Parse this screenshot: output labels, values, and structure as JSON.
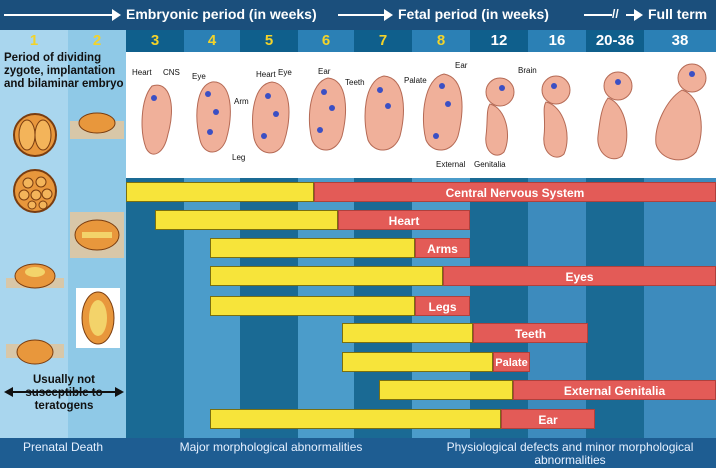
{
  "header": {
    "embryonic": "Embryonic period (in weeks)",
    "fetal": "Fetal period (in weeks)",
    "fullterm": "Full term"
  },
  "weeks": [
    "1",
    "2",
    "3",
    "4",
    "5",
    "6",
    "7",
    "8",
    "12",
    "16",
    "20-36",
    "38"
  ],
  "left_panel": {
    "period_title": "Period of dividing zygote, implantation and bilaminar embryo",
    "not_susceptible": "Usually not susceptible to teratogens"
  },
  "embryo_labels": {
    "heart1": "Heart",
    "cns": "CNS",
    "eye1": "Eye",
    "heart2": "Heart",
    "eye2": "Eye",
    "arm": "Arm",
    "leg": "Leg",
    "ear1": "Ear",
    "teeth": "Teeth",
    "palate": "Palate",
    "ear2": "Ear",
    "brain": "Brain",
    "external": "External",
    "genitalia": "Genitalia"
  },
  "bars": [
    {
      "label": "Central Nervous System"
    },
    {
      "label": "Heart"
    },
    {
      "label": "Arms"
    },
    {
      "label": "Eyes"
    },
    {
      "label": "Legs"
    },
    {
      "label": "Teeth"
    },
    {
      "label": "Palate"
    },
    {
      "label": "External Genitalia"
    },
    {
      "label": "Ear"
    }
  ],
  "footer": {
    "prenatal_death": "Prenatal Death",
    "major": "Major morphological abnormalities",
    "physiological": "Physiological defects and minor morphological abnormalities"
  },
  "colors": {
    "header_bg": "#1b4f7c",
    "yellow": "#f7e43a",
    "red": "#e35b57",
    "band_dark": "#1a6a94",
    "band_light": "#bfe0f3"
  }
}
